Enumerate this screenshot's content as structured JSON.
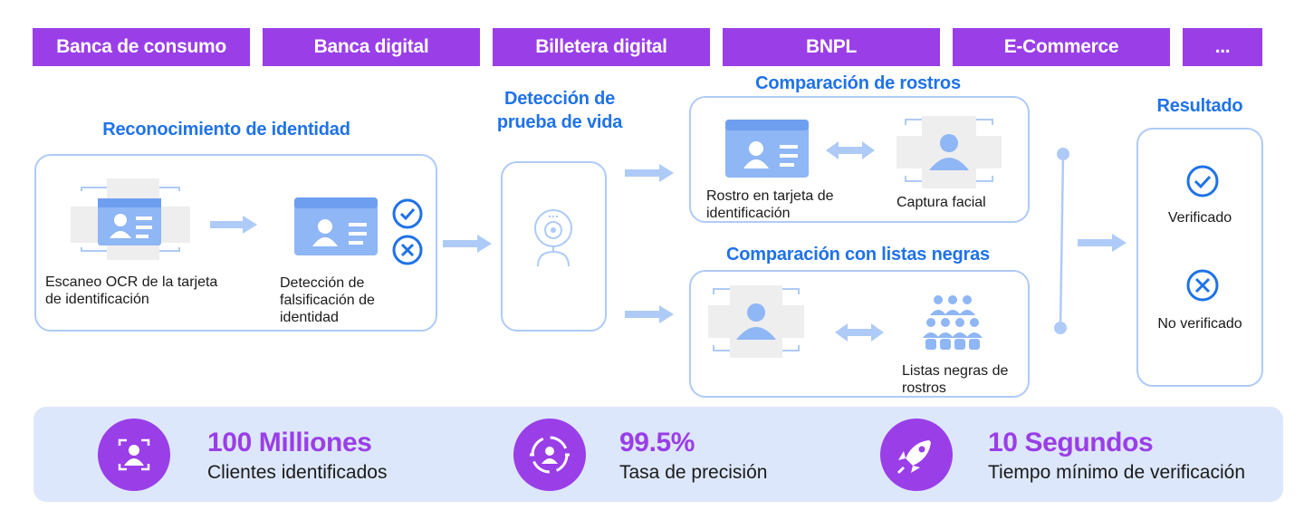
{
  "tabs": [
    "Banca de consumo",
    "Banca digital",
    "Billetera digital",
    "BNPL",
    "E-Commerce",
    "..."
  ],
  "identity": {
    "heading": "Reconocimiento de identidad",
    "ocr_label": "Escaneo OCR de la tarjeta de identificación",
    "forgery_label": "Detección de falsificación de identidad"
  },
  "liveness": {
    "heading": "Detección de prueba de vida"
  },
  "face_compare": {
    "heading": "Comparación de rostros",
    "id_face_label": "Rostro en tarjeta de identificación",
    "capture_label": "Captura facial"
  },
  "blacklist": {
    "heading": "Comparación con listas negras",
    "list_label": "Listas negras de rostros"
  },
  "result": {
    "heading": "Resultado",
    "verified": "Verificado",
    "not_verified": "No verificado"
  },
  "stats": [
    {
      "value": "100 Milliones",
      "label": "Clientes identificados",
      "icon": "face-scan-icon"
    },
    {
      "value": "99.5%",
      "label": "Tasa de precisión",
      "icon": "target-user-icon"
    },
    {
      "value": "10 Segundos",
      "label": "Tiempo mínimo de verificación",
      "icon": "rocket-icon"
    }
  ],
  "colors": {
    "purple": "#9a3ee8",
    "blue": "#1f72e8",
    "light_blue": "#aecbf7",
    "panel": "#dde7fb"
  }
}
